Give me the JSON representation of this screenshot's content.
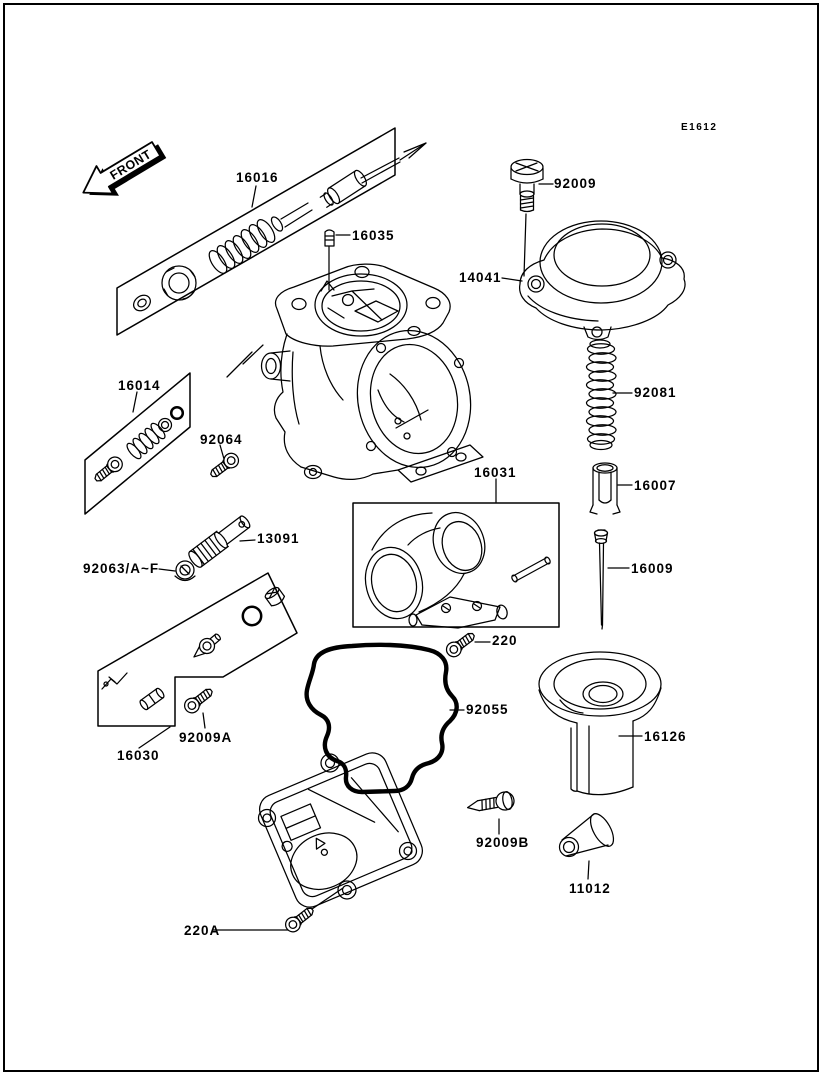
{
  "diagram": {
    "code": "E1612",
    "front_marker": "FRONT",
    "background_color": "#ffffff",
    "line_color": "#000000",
    "part_labels": [
      {
        "part_no": "16016"
      },
      {
        "part_no": "92009"
      },
      {
        "part_no": "16035"
      },
      {
        "part_no": "14041"
      },
      {
        "part_no": "92081"
      },
      {
        "part_no": "16014"
      },
      {
        "part_no": "92064"
      },
      {
        "part_no": "16031"
      },
      {
        "part_no": "16007"
      },
      {
        "part_no": "13091"
      },
      {
        "part_no": "92063/A~F"
      },
      {
        "part_no": "16009"
      },
      {
        "part_no": "220"
      },
      {
        "part_no": "92055"
      },
      {
        "part_no": "16126"
      },
      {
        "part_no": "92009A"
      },
      {
        "part_no": "16030"
      },
      {
        "part_no": "92009B"
      },
      {
        "part_no": "11012"
      },
      {
        "part_no": "220A"
      }
    ]
  }
}
